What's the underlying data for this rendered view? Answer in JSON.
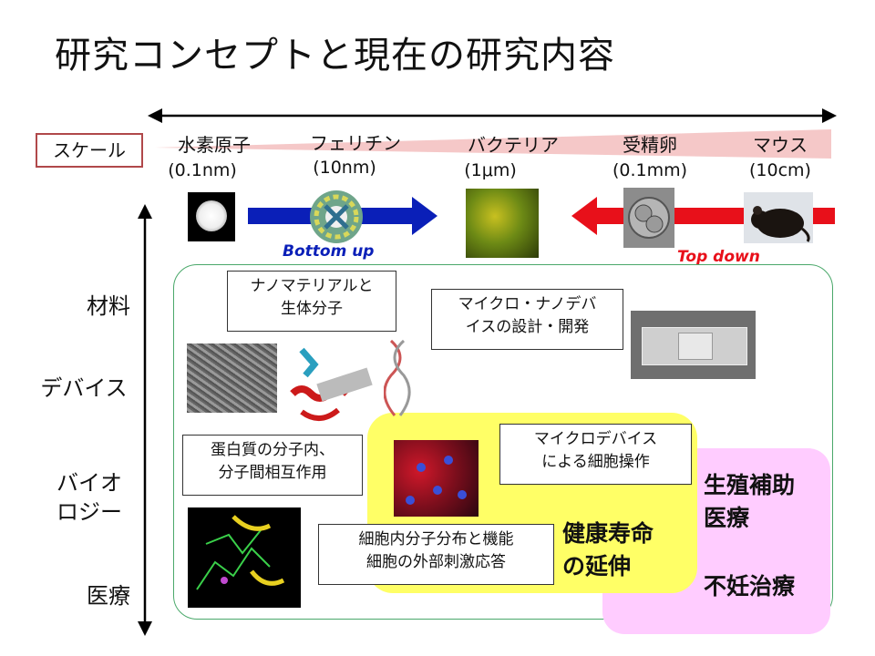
{
  "title": "研究コンセプトと現在の研究内容",
  "scale": {
    "label": "スケール",
    "items": [
      {
        "name": "水素原子",
        "size": "(0.1nm)"
      },
      {
        "name": "フェリチン",
        "size": "(10nm)"
      },
      {
        "name": "バクテリア",
        "size": "(1μm)"
      },
      {
        "name": "受精卵",
        "size": "(0.1mm)"
      },
      {
        "name": "マウス",
        "size": "(10cm)"
      }
    ]
  },
  "arrows": {
    "bottom_up": "Bottom  up",
    "top_down": "Top down",
    "bottom_up_color": "#0a1fb8",
    "top_down_color": "#e8101a"
  },
  "axis": {
    "materials": "材料",
    "devices": "デバイス",
    "biology_line1": "バイオ",
    "biology_line2": "ロジー",
    "medicine": "医療"
  },
  "boxes": {
    "nano_line1": "ナノマテリアルと",
    "nano_line2": "生体分子",
    "micro_nano_line1": "マイクロ・ナノデバ",
    "micro_nano_line2": "イスの設計・開発",
    "protein_line1": "蛋白質の分子内、",
    "protein_line2": "分子間相互作用",
    "micro_device_line1": "マイクロデバイス",
    "micro_device_line2": "による細胞操作",
    "cell_line1": "細胞内分子分布と機能",
    "cell_line2": "細胞の外部刺激応答"
  },
  "highlights": {
    "health_line1": "健康寿命",
    "health_line2": "の延伸",
    "repro_line1": "生殖補助",
    "repro_line2": "医療",
    "infertility": "不妊治療"
  },
  "colors": {
    "yellow_region": "#ffff66",
    "pink_region": "#ffccff",
    "green_border": "#4aa86a",
    "scale_box_border": "#b0484a"
  }
}
